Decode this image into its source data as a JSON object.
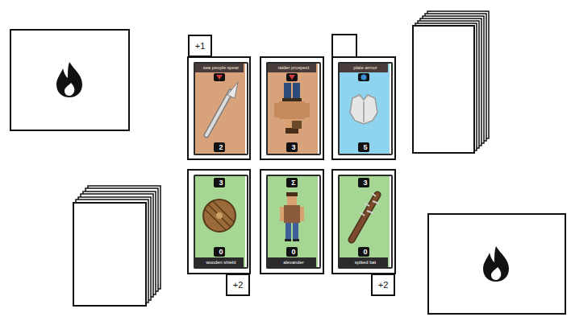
{
  "diagram": {
    "nodes": [
      {
        "text": [
          "+1"
        ]
      },
      {
        "text": [
          "sea people spear",
          "2"
        ]
      },
      {
        "text": [
          "raider prospect",
          "3"
        ]
      },
      {
        "text": [
          "plate armor",
          "5"
        ]
      },
      {
        "text": [
          "3",
          "0",
          "wooden shield"
        ]
      },
      {
        "text": [
          "Σ",
          "0",
          "alexander"
        ]
      },
      {
        "text": [
          "3",
          "0",
          "spiked bat"
        ]
      },
      {
        "text": [
          "+2"
        ]
      },
      {
        "text": [
          "+2"
        ]
      }
    ]
  }
}
